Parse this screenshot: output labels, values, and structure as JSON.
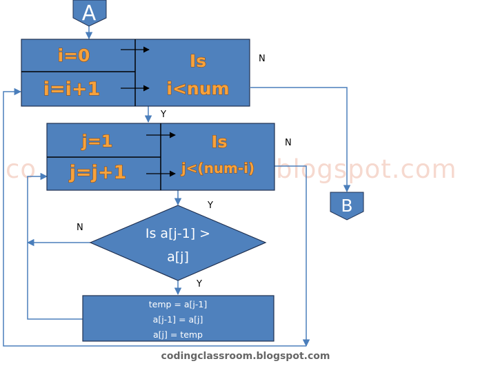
{
  "connectors": {
    "start": "A",
    "end": "B"
  },
  "outer_loop": {
    "init": "i=0",
    "increment": "i=i+1",
    "condition_line1": "Is",
    "condition_line2": "i<num"
  },
  "inner_loop": {
    "init": "j=1",
    "increment": "j=j+1",
    "condition_line1": "Is",
    "condition_line2": "j<(num-i)"
  },
  "decision": {
    "line1": "Is a[j-1] >",
    "line2": "a[j]"
  },
  "swap": {
    "line1": "temp = a[j-1]",
    "line2": "a[j-1] = a[j]",
    "line3": "a[j] = temp"
  },
  "labels": {
    "yes": "Y",
    "no": "N"
  },
  "watermark": {
    "left": "co",
    "right": "blogspot.com"
  },
  "footer_url": "codingclassroom.blogspot.com",
  "colors": {
    "shape_fill": "#4f81bd",
    "shape_stroke": "#1f2f4f",
    "line": "#4a7ebb",
    "orange_text": "#f7a23c",
    "watermark": "#f6d9cf"
  }
}
